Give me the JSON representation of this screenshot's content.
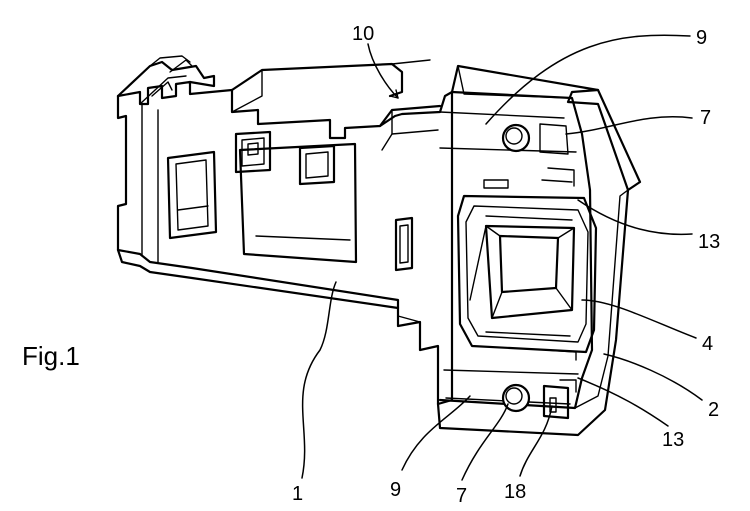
{
  "figure": {
    "caption": "Fig.1",
    "labels": {
      "l10": "10",
      "l9_top": "9",
      "l7_top": "7",
      "l13_upper": "13",
      "l4": "4",
      "l2": "2",
      "l13_lower": "13",
      "l1": "1",
      "l9_bottom": "9",
      "l7_bottom": "7",
      "l18": "18"
    }
  }
}
